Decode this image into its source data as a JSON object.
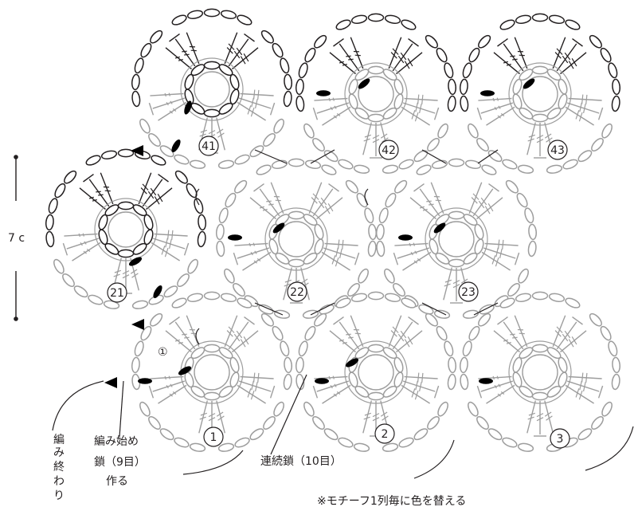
{
  "diagram": {
    "motifs": [
      {
        "number": "41"
      },
      {
        "number": "42"
      },
      {
        "number": "43"
      },
      {
        "number": "21"
      },
      {
        "number": "22"
      },
      {
        "number": "23"
      },
      {
        "number": "1"
      },
      {
        "number": "2"
      },
      {
        "number": "3"
      }
    ],
    "row_marker": "①",
    "measure": {
      "label": "7 c"
    },
    "labels": {
      "finish_v": [
        "編",
        "み",
        "終",
        "わ",
        "り"
      ],
      "start": "編み始め",
      "chain_start": "鎖（9目）",
      "make": "作る",
      "continuous": "連続鎖（10目）",
      "note": "※モチーフ1列毎に色を替える"
    },
    "colors": {
      "dark": "#231f20",
      "gray": "#9d9d9d",
      "black": "#000000"
    }
  }
}
